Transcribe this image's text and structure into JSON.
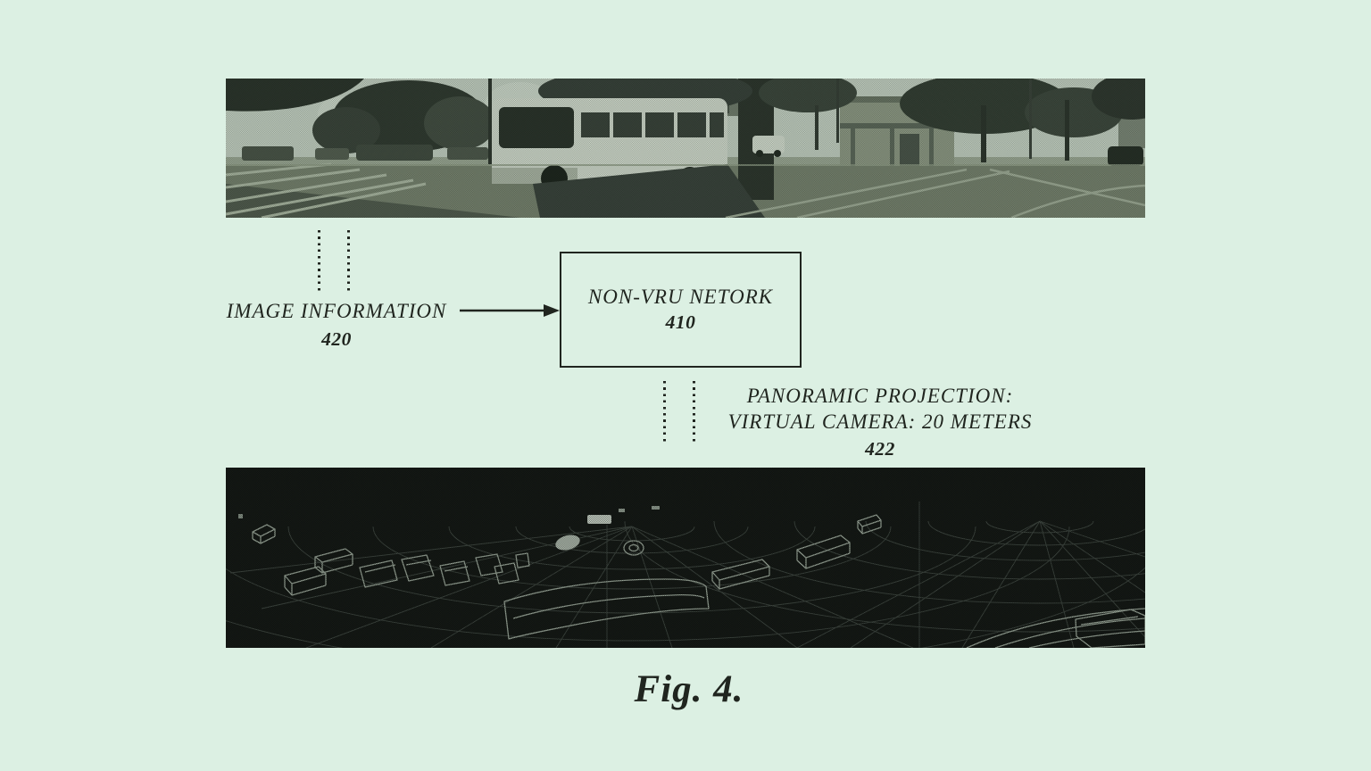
{
  "page": {
    "background_color": "#dcf0e3",
    "ink_color": "#20251f"
  },
  "figure": {
    "caption": "Fig. 4.",
    "top_panorama": {
      "name": "street-panorama-photo",
      "description": "halftone panoramic street photograph with trees, parked cars, a transit bus, buildings and road"
    },
    "image_information": {
      "label": "IMAGE INFORMATION",
      "ref": "420"
    },
    "network_box": {
      "label": "NON-VRU NETORK",
      "ref": "410"
    },
    "projection": {
      "line1": "PANORAMIC PROJECTION:",
      "line2": "VIRTUAL CAMERA: 20 METERS",
      "ref": "422"
    },
    "bottom_panorama": {
      "name": "panoramic-projection-render",
      "description": "dark panoramic projection with wireframe 3D bounding boxes on a curved ground grid"
    }
  }
}
